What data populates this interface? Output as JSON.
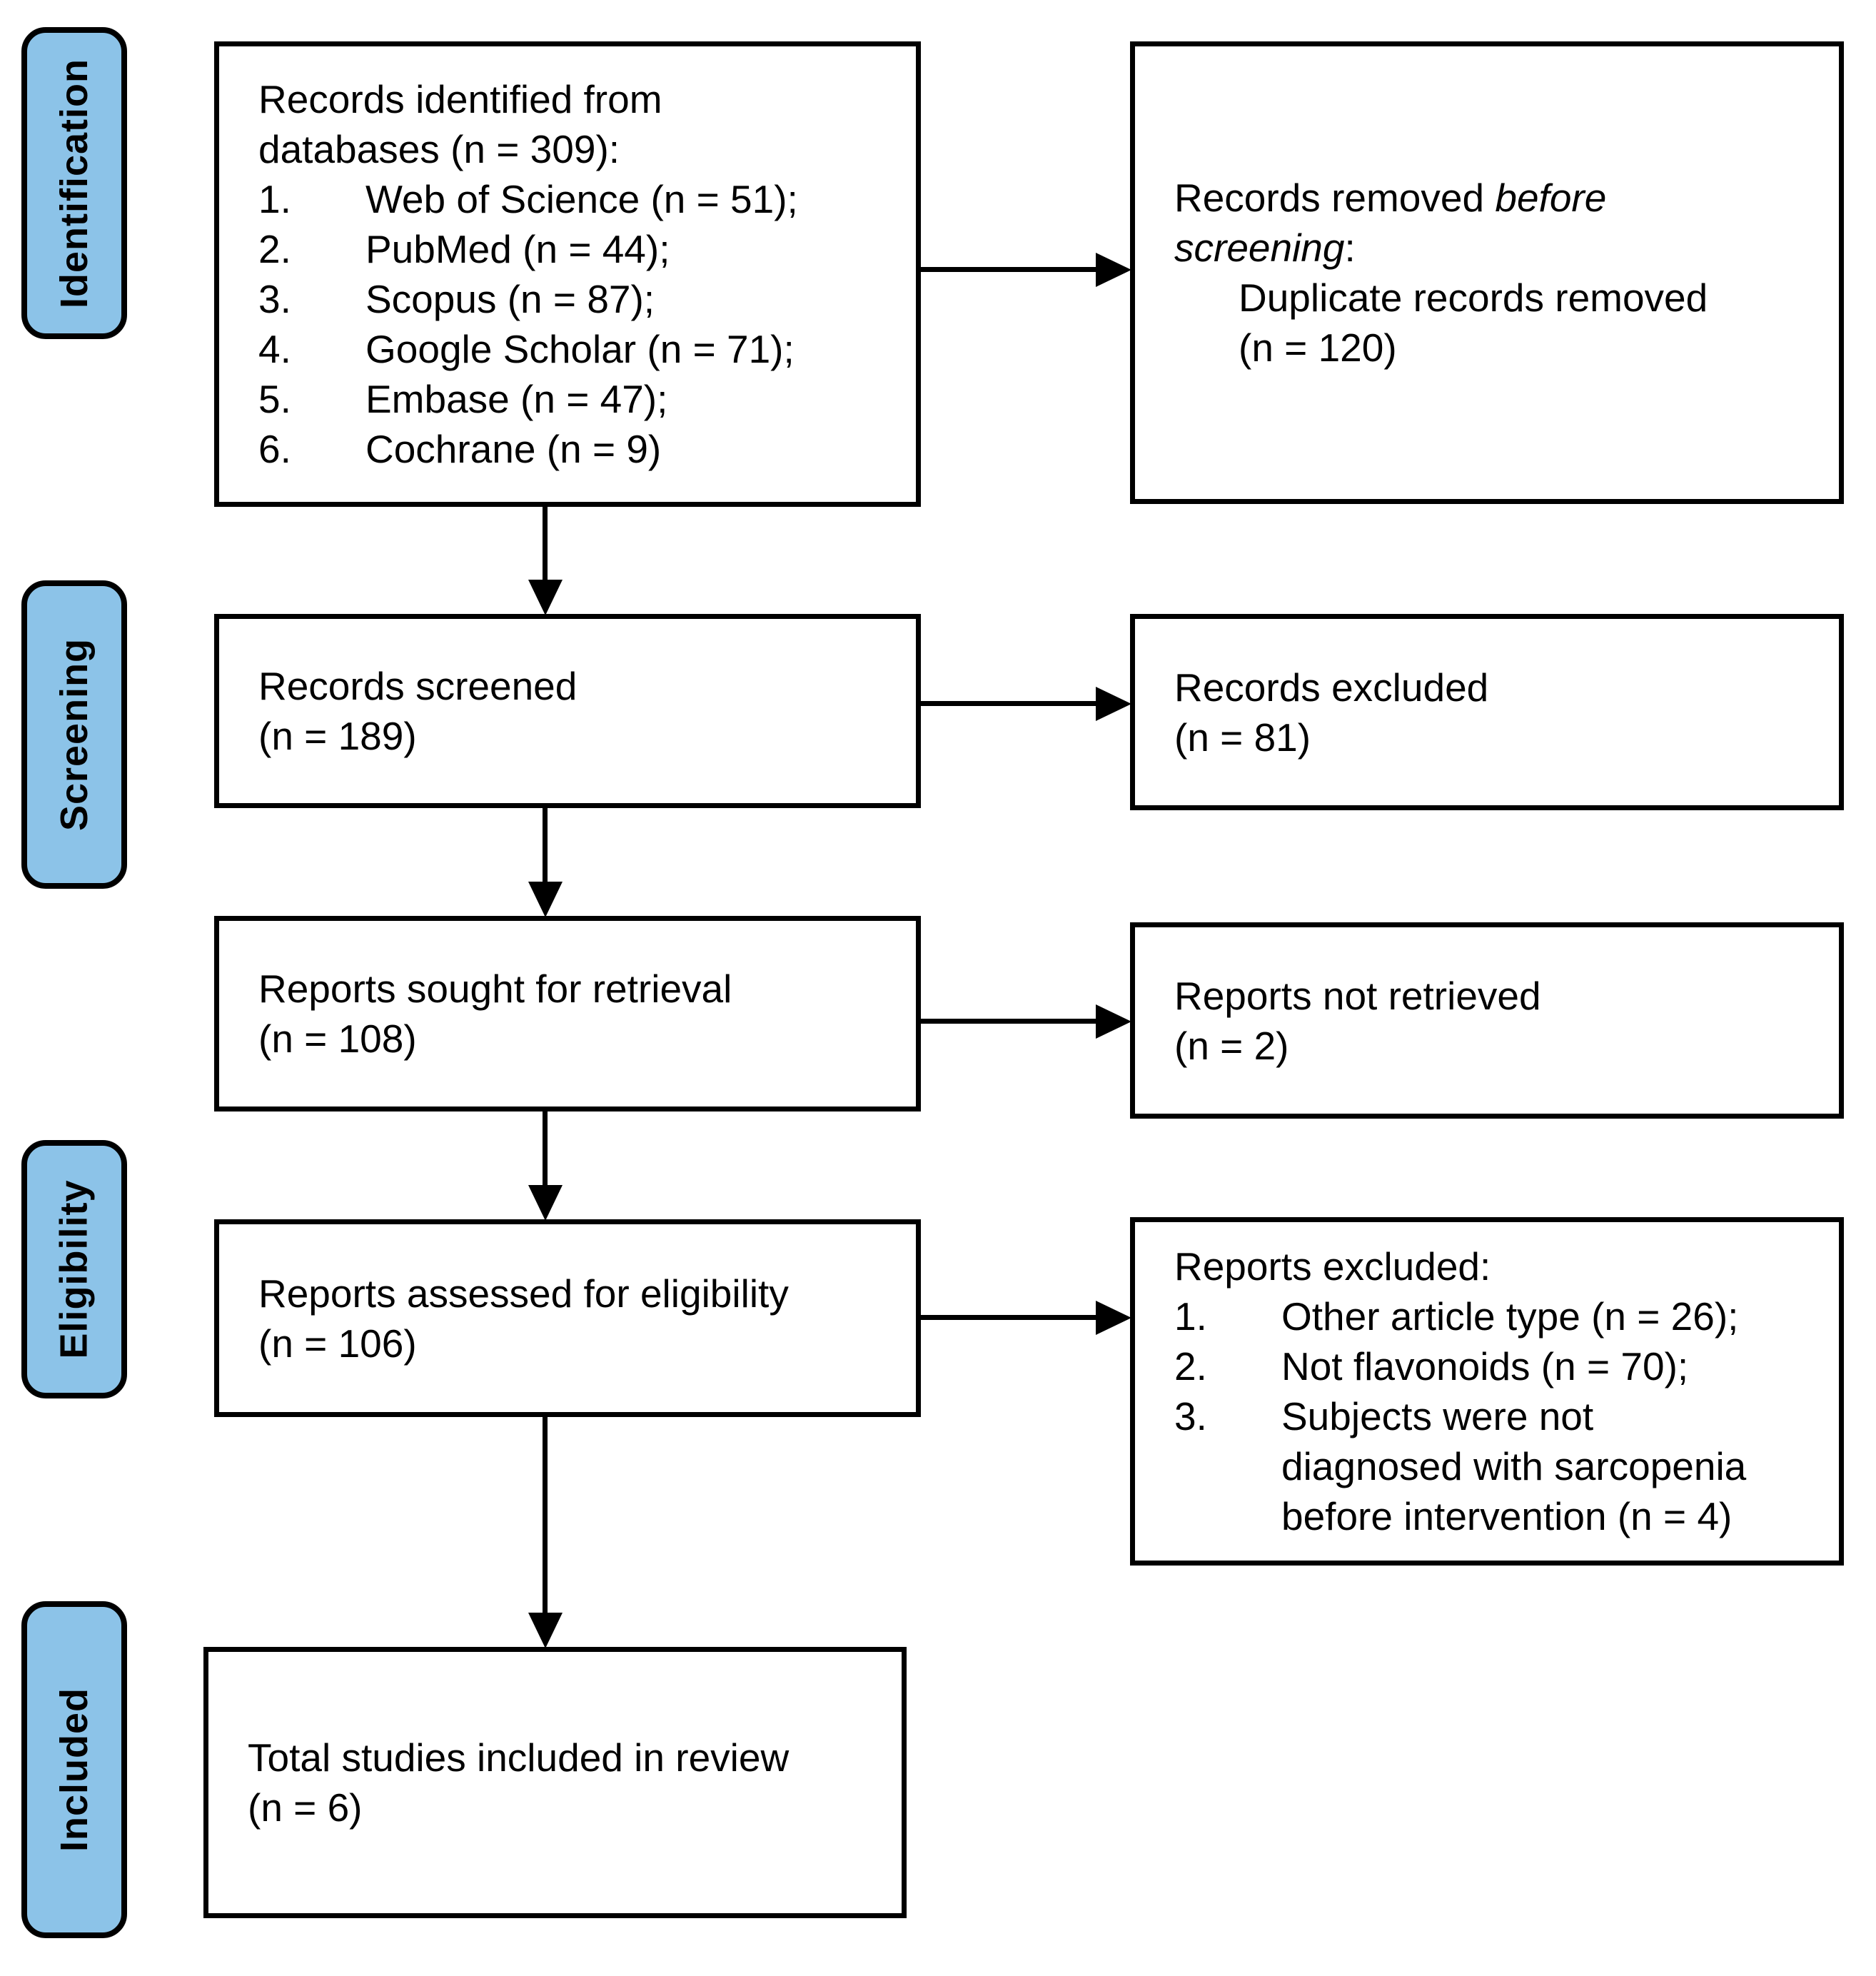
{
  "palette": {
    "stage_fill": "#8CC3E8",
    "line_color": "#000000",
    "background": "#FFFFFF"
  },
  "sidebar": {
    "identification": "Identification",
    "screening": "Screening",
    "eligibility": "Eligibility",
    "included": "Included"
  },
  "boxes": {
    "identified": {
      "intro1": "Records identified from",
      "intro2": "databases (n = 309):",
      "items": [
        {
          "num": "1.",
          "text": "Web of Science (n = 51);"
        },
        {
          "num": "2.",
          "text": "PubMed (n = 44);"
        },
        {
          "num": "3.",
          "text": "Scopus (n = 87);"
        },
        {
          "num": "4.",
          "text": "Google Scholar (n = 71);"
        },
        {
          "num": "5.",
          "text": "Embase (n = 47);"
        },
        {
          "num": "6.",
          "text": "Cochrane (n = 9)"
        }
      ]
    },
    "removed": {
      "l1": "Records removed ",
      "l1_italic": "before screening",
      "l1_end": ":",
      "sub1": "Duplicate records removed",
      "sub2": "(n = 120)"
    },
    "screened": {
      "l1": "Records screened",
      "l2": "(n = 189)"
    },
    "excluded": {
      "l1": "Records excluded",
      "l2": "(n = 81)"
    },
    "sought": {
      "l1": "Reports sought for retrieval",
      "l2": "(n = 108)"
    },
    "not_retrieved": {
      "l1": "Reports not retrieved",
      "l2": "(n = 2)"
    },
    "assessed": {
      "l1": "Reports assessed for eligibility",
      "l2": "(n = 106)"
    },
    "reports_excluded": {
      "title": "Reports excluded:",
      "items": [
        {
          "num": "1.",
          "text": "Other article type (n = 26);"
        },
        {
          "num": "2.",
          "text": "Not flavonoids (n = 70);"
        },
        {
          "num": "3.",
          "text": "Subjects were not diagnosed with sarcopenia before intervention (n = 4)"
        }
      ]
    },
    "included_total": {
      "l1": "Total studies included in review",
      "l2": "(n = 6)"
    }
  }
}
